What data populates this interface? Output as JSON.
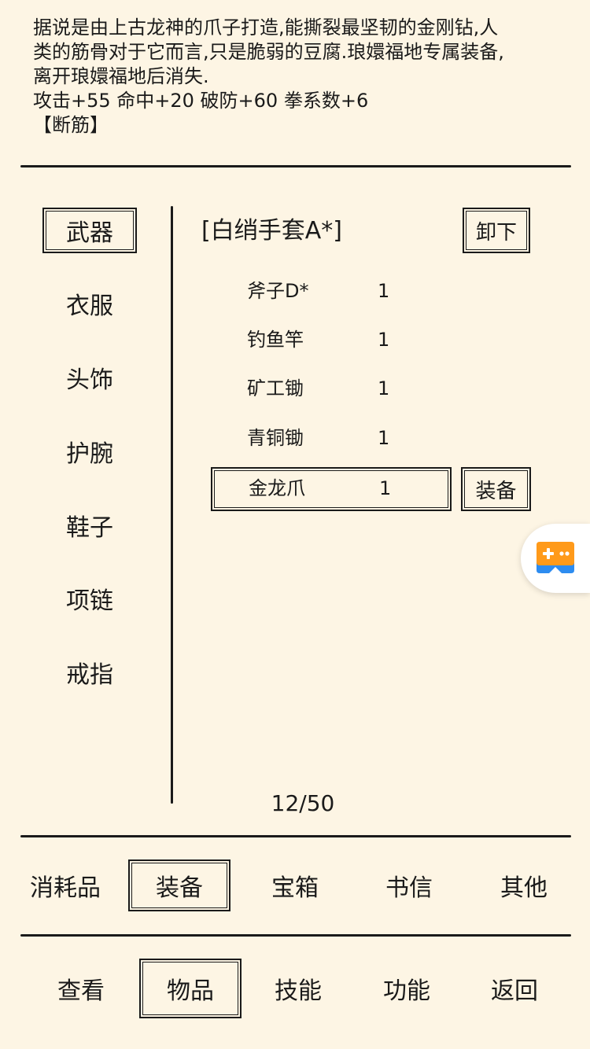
{
  "description": {
    "lines": [
      "据说是由上古龙神的爪子打造,能撕裂最坚韧的金刚钻,人",
      "类的筋骨对于它而言,只是脆弱的豆腐.琅嬛福地专属装备,",
      "离开琅嬛福地后消失.",
      "攻击+55 命中+20 破防+60 拳系数+6",
      "【断筋】"
    ]
  },
  "categories": [
    {
      "label": "武器",
      "active": true
    },
    {
      "label": "衣服",
      "active": false
    },
    {
      "label": "头饰",
      "active": false
    },
    {
      "label": "护腕",
      "active": false
    },
    {
      "label": "鞋子",
      "active": false
    },
    {
      "label": "项链",
      "active": false
    },
    {
      "label": "戒指",
      "active": false
    }
  ],
  "equipped": {
    "name": "[白绡手套A*]",
    "unequip_label": "卸下"
  },
  "items": [
    {
      "name": "斧子D*",
      "count": "1"
    },
    {
      "name": "钓鱼竿",
      "count": "1"
    },
    {
      "name": "矿工锄",
      "count": "1"
    },
    {
      "name": "青铜锄",
      "count": "1"
    },
    {
      "name": "金龙爪",
      "count": "1"
    }
  ],
  "equip_label": "装备",
  "page_count": "12/50",
  "bag_tabs": [
    {
      "label": "消耗品",
      "active": false
    },
    {
      "label": "装备",
      "active": true
    },
    {
      "label": "宝箱",
      "active": false
    },
    {
      "label": "书信",
      "active": false
    },
    {
      "label": "其他",
      "active": false
    }
  ],
  "nav_tabs": [
    {
      "label": "查看",
      "active": false
    },
    {
      "label": "物品",
      "active": true
    },
    {
      "label": "技能",
      "active": false
    },
    {
      "label": "功能",
      "active": false
    },
    {
      "label": "返回",
      "active": false
    }
  ],
  "float_button_icon": "gamepad-icon"
}
